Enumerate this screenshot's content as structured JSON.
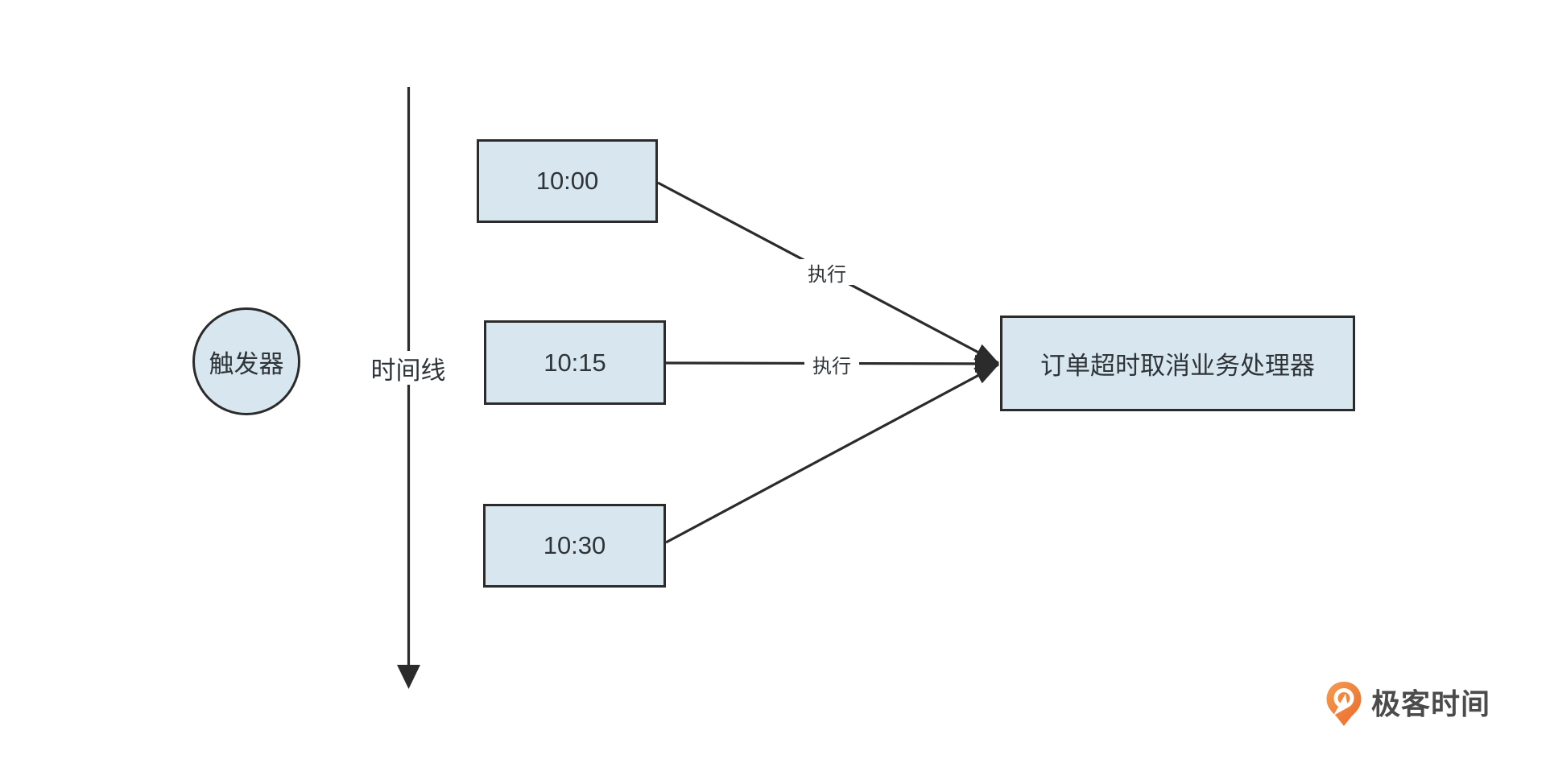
{
  "diagram": {
    "trigger": {
      "label": "触发器"
    },
    "timeline": {
      "label": "时间线"
    },
    "time_nodes": [
      {
        "label": "10:00"
      },
      {
        "label": "10:15"
      },
      {
        "label": "10:30"
      }
    ],
    "handler": {
      "label": "订单超时取消业务处理器"
    },
    "edges": [
      {
        "from": "10:00",
        "to": "订单超时取消业务处理器",
        "label": "执行"
      },
      {
        "from": "10:15",
        "to": "订单超时取消业务处理器",
        "label": "执行"
      },
      {
        "from": "10:30",
        "to": "订单超时取消业务处理器",
        "label": ""
      }
    ]
  },
  "watermark": {
    "brand": "极客时间",
    "icon": "geektime-logo"
  },
  "colors": {
    "node_fill": "#d8e7ef",
    "node_border": "#2b2b2b",
    "connector": "#2b2b2b",
    "text": "#2f3438",
    "brand_orange": "#f0792f",
    "brand_text": "#4b4b4b"
  }
}
